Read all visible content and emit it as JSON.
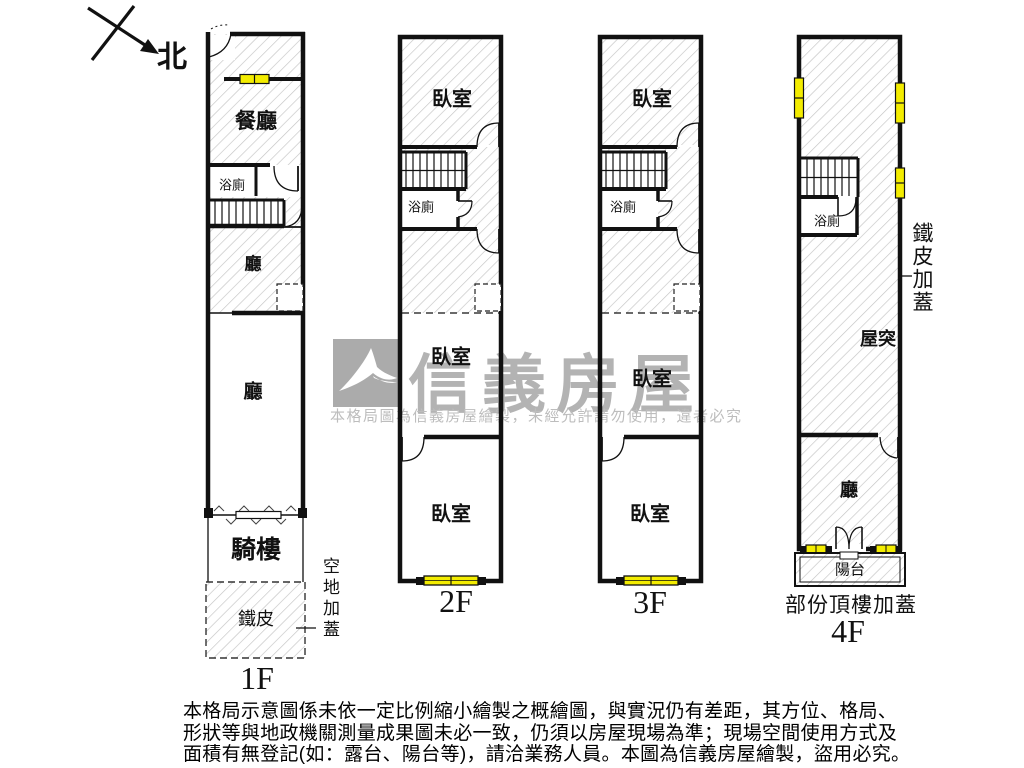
{
  "colors": {
    "wall": "#111111",
    "window_yellow": "#f3ec00",
    "hatch_gray": "#c4c4c4",
    "watermark_gray": "#b3b3b3"
  },
  "compass": {
    "north_label": "北"
  },
  "watermark": {
    "brand": "信義房屋",
    "notice": "本格局圖為信義房屋繪製，未經允許請勿使用，違者必究"
  },
  "floors": {
    "f1": {
      "dining": "餐廳",
      "bath": "浴廁",
      "hall_upper": "廳",
      "hall_lower": "廳",
      "arcade": "騎樓",
      "metal": "鐵皮",
      "floor_label": "1F",
      "side_note": "空地加蓋"
    },
    "f2": {
      "bed_top": "臥室",
      "bath": "浴廁",
      "bed_mid": "臥室",
      "bed_low": "臥室",
      "floor_label": "2F"
    },
    "f3": {
      "bed_top": "臥室",
      "bath": "浴廁",
      "bed_mid": "臥室",
      "bed_low": "臥室",
      "floor_label": "3F"
    },
    "f4": {
      "bath": "浴廁",
      "roof_top": "屋突",
      "hall": "廳",
      "balcony": "陽台",
      "caption": "部份頂樓加蓋",
      "floor_label": "4F",
      "side_note": "鐵皮加蓋"
    }
  },
  "disclaimer": {
    "line1": "本格局示意圖係未依一定比例縮小繪製之概繪圖，與實況仍有差距，其方位、格局、",
    "line2": "形狀等與地政機關測量成果圖未必一致，仍須以房屋現場為準；現場空間使用方式及",
    "line3": "面積有無登記(如：露台、陽台等)，請洽業務人員。本圖為信義房屋繪製，盜用必究。"
  }
}
